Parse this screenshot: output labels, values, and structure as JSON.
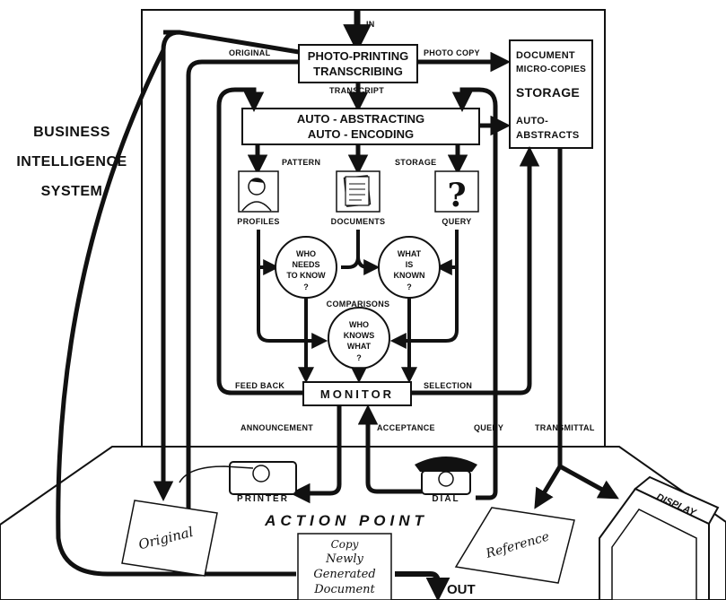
{
  "side_title": {
    "line1": "BUSINESS",
    "line2": "INTELLIGENCE",
    "line3": "SYSTEM"
  },
  "inputs": {
    "in": "IN",
    "out": "OUT"
  },
  "boxes": {
    "photo_printing": {
      "line1": "PHOTO-PRINTING",
      "line2": "TRANSCRIBING"
    },
    "auto_abstracting": {
      "line1": "AUTO - ABSTRACTING",
      "line2": "AUTO - ENCODING"
    },
    "storage": {
      "line1": "DOCUMENT",
      "line2": "MICRO-COPIES",
      "line3": "STORAGE",
      "line4": "AUTO-",
      "line5": "ABSTRACTS"
    },
    "monitor": "MONITOR"
  },
  "flow_labels": {
    "original": "ORIGINAL",
    "photo_copy": "PHOTO COPY",
    "transcript": "TRANSCRIPT",
    "pattern": "PATTERN",
    "storage": "STORAGE",
    "comparisons": "COMPARISONS",
    "feed_back": "FEED BACK",
    "selection": "SELECTION",
    "announcement": "ANNOUNCEMENT",
    "acceptance": "ACCEPTANCE",
    "query": "QUERY",
    "transmittal": "TRANSMITTAL"
  },
  "pattern_items": {
    "profiles": "PROFILES",
    "documents": "DOCUMENTS",
    "query": "QUERY",
    "query_symbol": "?"
  },
  "circles": {
    "who_needs": {
      "l1": "WHO",
      "l2": "NEEDS",
      "l3": "TO KNOW",
      "l4": "?"
    },
    "what_known": {
      "l1": "WHAT",
      "l2": "IS",
      "l3": "KNOWN",
      "l4": "?"
    },
    "who_knows": {
      "l1": "WHO",
      "l2": "KNOWS",
      "l3": "WHAT",
      "l4": "?"
    }
  },
  "action_point": {
    "title": "ACTION POINT",
    "printer": "PRINTER",
    "dial": "DIAL",
    "original_doc": "Original",
    "reference_doc": "Reference",
    "display": "DISPLAY",
    "new_doc": {
      "l1": "Copy",
      "l2": "Newly",
      "l3": "Generated",
      "l4": "Document"
    }
  }
}
